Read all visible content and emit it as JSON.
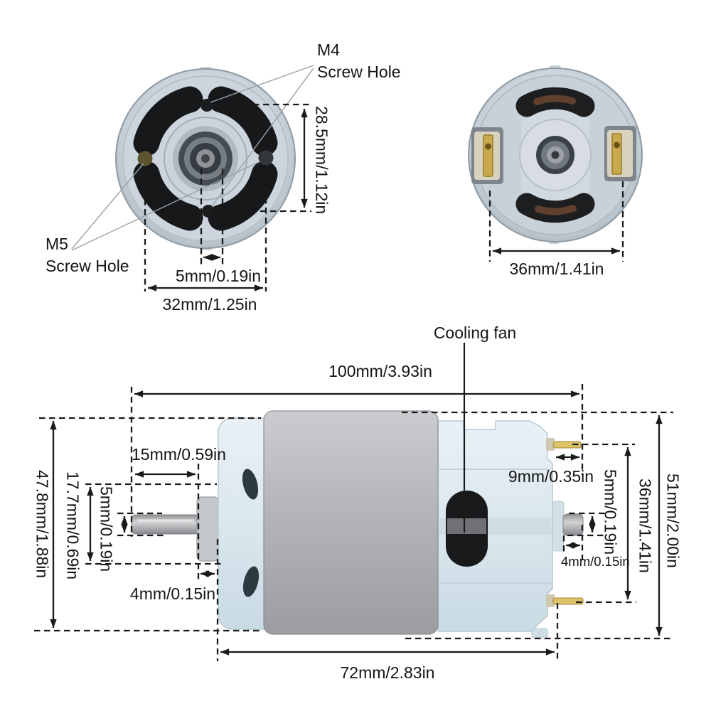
{
  "front_view": {
    "m4_label": {
      "line1": "M4",
      "line2": "Screw Hole"
    },
    "m5_label": {
      "line1": "M5",
      "line2": "Screw Hole"
    },
    "dims": {
      "screw_hole_spacing": "28.5mm/1.12in",
      "shaft_diameter": "5mm/0.19in",
      "mount_hole_spacing": "32mm/1.25in"
    }
  },
  "back_view": {
    "dims": {
      "terminal_width": "36mm/1.41in"
    }
  },
  "side_view": {
    "cooling_fan_label": "Cooling fan",
    "dims": {
      "total_length": "100mm/3.93in",
      "shaft_length": "15mm/0.59in",
      "terminal_pin_length": "9mm/0.35in",
      "shaft_diameter": "5mm/0.19in",
      "endcap_height": "17.7mm/0.69in",
      "body_height": "47.8mm/1.88in",
      "rear_shaft_diameter": "5mm/0.19in",
      "case_diameter": "36mm/1.41in",
      "total_height": "51mm/2.00in",
      "shaft_collar_length": "4mm/0.15in",
      "rear_shaft_length": "4mm/0.15in",
      "case_length": "72mm/2.83in"
    }
  },
  "colors": {
    "background": "#ffffff",
    "dimension_line": "#1a1a1a",
    "pointer_line": "#9aa2a8",
    "motor_body_blue": "#dde9ef",
    "motor_can_gray": "#b4b5b9",
    "slot_black": "#18191b",
    "terminal_brass": "#dcc36a",
    "face_silver": "#ccd4dc"
  }
}
